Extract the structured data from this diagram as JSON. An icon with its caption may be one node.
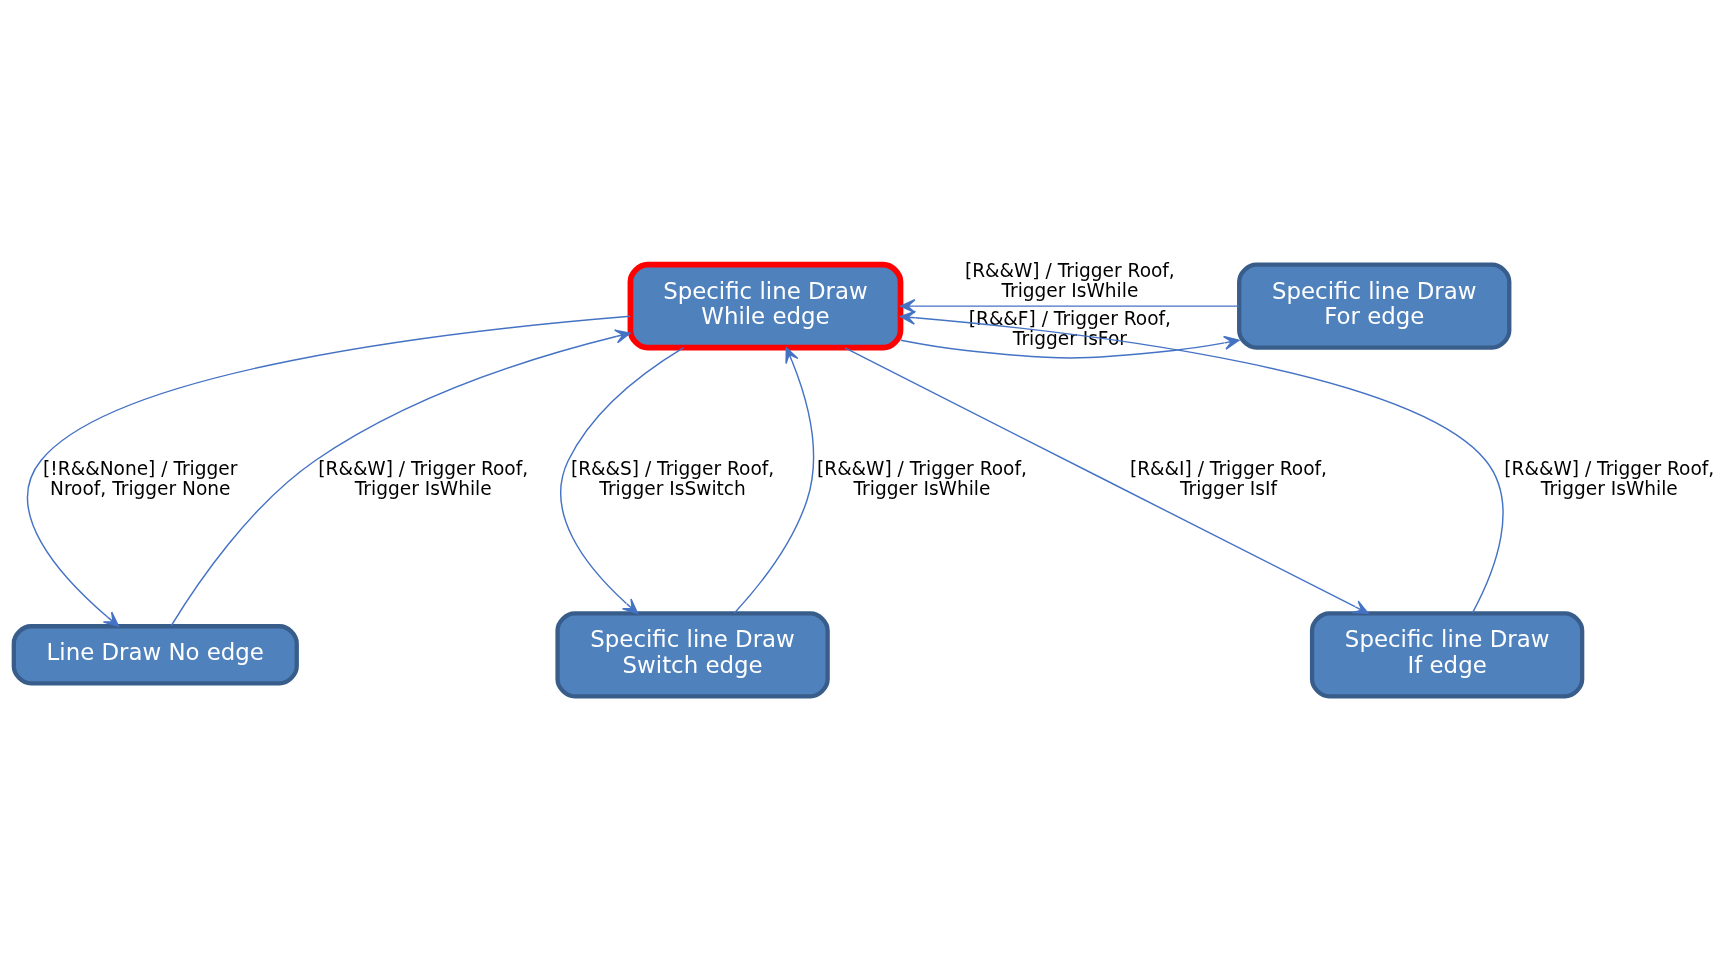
{
  "diagram": {
    "nodes": [
      {
        "text": [
          "Specific line Draw While edge"
        ]
      },
      {
        "text": [
          "Specific line Draw For edge"
        ]
      },
      {
        "text": [
          "Line Draw No edge"
        ]
      },
      {
        "text": [
          "Specific line Draw Switch edge"
        ]
      },
      {
        "text": [
          "Specific line Draw If edge"
        ]
      }
    ],
    "edges": [
      {
        "from": 0,
        "to": 1,
        "arrow": "to",
        "label": "[R&&F] / Trigger Roof, Trigger IsFor"
      },
      {
        "from": 1,
        "to": 0,
        "arrow": "to",
        "label": "[R&&W] / Trigger Roof, Trigger IsWhile"
      },
      {
        "from": 2,
        "to": 0,
        "arrow": "to",
        "label": "[R&&W] / Trigger Roof, Trigger IsWhile"
      },
      {
        "from": 0,
        "to": 2,
        "arrow": "to",
        "label": "[!R&&None] / Trigger Nroof, Trigger None"
      },
      {
        "from": 3,
        "to": 0,
        "arrow": "to",
        "label": "[R&&W] / Trigger Roof, Trigger IsWhile"
      },
      {
        "from": 0,
        "to": 3,
        "arrow": "to",
        "label": "[R&&S] / Trigger Roof, Trigger IsSwitch"
      },
      {
        "from": 4,
        "to": 0,
        "arrow": "to",
        "label": "[R&&W] / Trigger Roof, Trigger IsWhile"
      },
      {
        "from": 0,
        "to": 4,
        "arrow": "to",
        "label": "[R&&I] / Trigger Roof, Trigger IsIf"
      }
    ]
  }
}
